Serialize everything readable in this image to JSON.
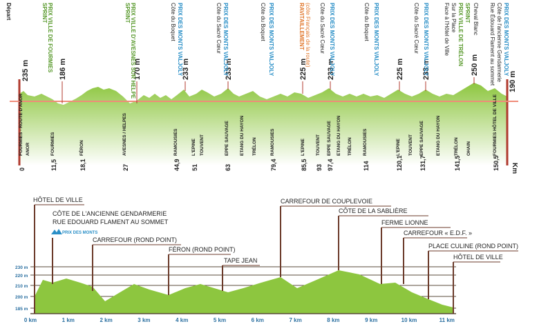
{
  "top_profile": {
    "km_unit": "Km",
    "start": {
      "label": "Départ",
      "alt": "235 m"
    },
    "end": {
      "alt": "190 m"
    },
    "headers": [
      {
        "lines": [
          "SPRINT",
          "PRIX VILLE DE FOURMIES"
        ],
        "color": "#5a9a2e"
      },
      {
        "lines": [
          "SPRINT",
          "PRIX VILLE D'AVESNES SUR HELPE"
        ],
        "color": "#5a9a2e"
      },
      {
        "lines": [
          "PRIX DES MONTS VALJOLY",
          "Côte du Boquet"
        ],
        "color": "#2a8fc7"
      },
      {
        "lines": [
          "PRIX DES MONTS VALJOLY",
          "Côte du Sacré Cœur"
        ],
        "color": "#2a8fc7"
      },
      {
        "lines": [
          "PRIX DES MONTS VALJOLY",
          "Côte du Boquet"
        ],
        "color": "#2a8fc7"
      },
      {
        "lines": [
          "RAVITAILLEMENT",
          "(côte Français de la route)"
        ],
        "color": "#e0762a"
      },
      {
        "lines": [
          "PRIX DES MONTS VALJOLY",
          "Côte du Sacré Cœur"
        ],
        "color": "#2a8fc7"
      },
      {
        "lines": [
          "PRIX DES MONTS VALJOLY",
          "Côte du Boquet"
        ],
        "color": "#2a8fc7"
      },
      {
        "lines": [
          "PRIX DES MONTS VALJOLY",
          "Côte du Sacré Cœur"
        ],
        "color": "#2a8fc7"
      },
      {
        "lines": [
          "SPRINT",
          "PRIX VILLE DE TRÉLON",
          "Sur la Place",
          "Face à l'Hôtel de Ville"
        ],
        "color": "#5a9a2e"
      },
      {
        "lines": [
          "Cheval Blanc"
        ],
        "color": "#222222"
      },
      {
        "lines": [
          "PRIX DES MONTS VALJOLY",
          "Côte de l'ancienne Gendarmerie",
          "Rue Édouard Flament au sommet"
        ],
        "color": "#2a8fc7"
      }
    ],
    "altitudes": [
      "186 m",
      "170 m",
      "233 m",
      "233 m",
      "225 m",
      "233 m",
      "225 m",
      "233 m",
      "250 m"
    ],
    "places": [
      {
        "name": "FOURMIES - ROUTE D'ANOR",
        "km": "0"
      },
      {
        "name": "ANOR",
        "km": ""
      },
      {
        "name": "FOURMIES",
        "km": "11,5"
      },
      {
        "name": "FÉRON",
        "km": "18,1"
      },
      {
        "name": "AVESNES / HELPES",
        "km": "27"
      },
      {
        "name": "RAMOUSIES",
        "km": "44,9"
      },
      {
        "name": "L'EPINE",
        "km": "51"
      },
      {
        "name": "TOUVENT",
        "km": ""
      },
      {
        "name": "EPPE SAUVAGE",
        "km": "63"
      },
      {
        "name": "ETANG DU HAYON",
        "km": ""
      },
      {
        "name": "TRÉLON",
        "km": ""
      },
      {
        "name": "RAMOUSIES",
        "km": "79,4"
      },
      {
        "name": "L'EPINE",
        "km": "85,5"
      },
      {
        "name": "TOUVENT",
        "km": "93"
      },
      {
        "name": "EPPE SAUVAGE",
        "km": "97,4"
      },
      {
        "name": "ETANG DU HAYON",
        "km": ""
      },
      {
        "name": "TRÉLON",
        "km": ""
      },
      {
        "name": "RAMOUSIES",
        "km": "114"
      },
      {
        "name": "L'EPINE",
        "km": "120,1"
      },
      {
        "name": "TOUVENT",
        "km": ""
      },
      {
        "name": "EPPE SAUVAGE",
        "km": "131,7"
      },
      {
        "name": "ETANG DU HAYON",
        "km": ""
      },
      {
        "name": "TRÉLON",
        "km": "141,5"
      },
      {
        "name": "OHAIN",
        "km": ""
      },
      {
        "name": "FOURMIES HÔTEL DE VILLE",
        "km": "150,5"
      }
    ]
  },
  "circuit": {
    "y_ticks": [
      "230 m",
      "220 m",
      "210 m",
      "200 m",
      "185 m"
    ],
    "x_ticks": [
      "0 km",
      "1 km",
      "2 km",
      "3 km",
      "4 km",
      "5 km",
      "6 km",
      "7 km",
      "8 km",
      "9 km",
      "10 km",
      "11 km"
    ],
    "labels": [
      "HÔTEL DE VILLE",
      "CÔTE DE L'ANCIENNE GENDARMERIE",
      "RUE EDOUARD FLAMENT AU SOMMET",
      "PRIX DES MONTS",
      "CARREFOUR (ROND POINT)",
      "FÉRON (ROND POINT)",
      "TAPE JEAN",
      "CARREFOUR DE COUPLEVOIE",
      "CÔTE DE LA SABLIÈRE",
      "FERME LIONNE",
      "CARREFOUR « E.D.F. »",
      "PLACE CULINE (ROND POINT)",
      "HÔTEL DE VILLE"
    ]
  },
  "colors": {
    "green": "#8dc63f",
    "green_dark": "#5d9a2a",
    "pole": "#6b3a2a",
    "salmon": "#f08a78",
    "blue": "#2a8fc7"
  }
}
